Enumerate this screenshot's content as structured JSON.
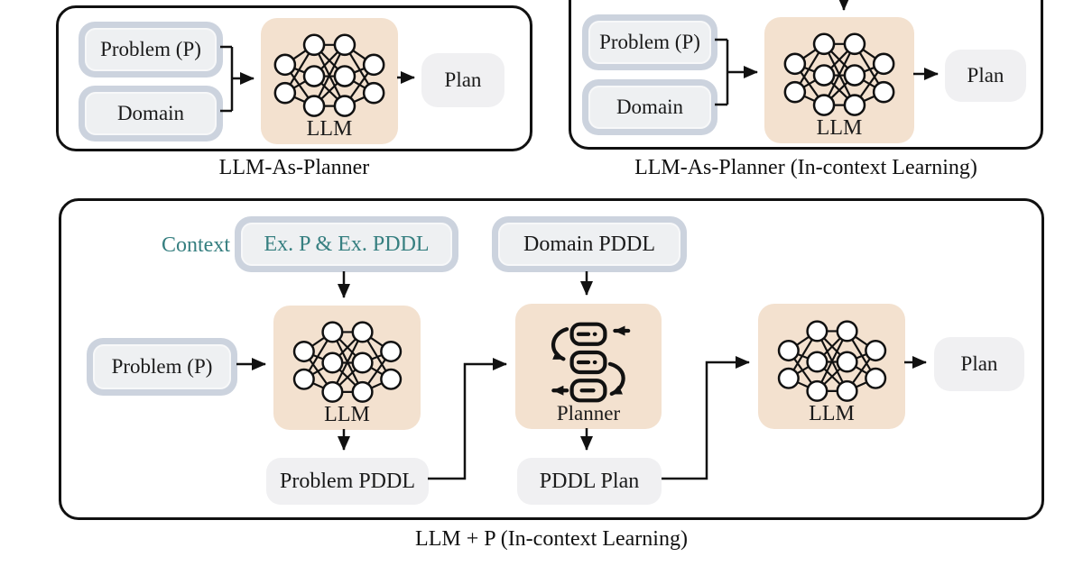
{
  "colors": {
    "accent_peach": "#f3e1cf",
    "pill_rim": "#ccd3de",
    "pill_fill": "#eef0f2",
    "box_fill": "#f0f0f2",
    "teal_text": "#367f80",
    "line": "#111111"
  },
  "icons": {
    "llm": "neural-network-icon",
    "planner": "planner-loop-icon"
  },
  "panels": {
    "llm_as_planner": {
      "caption": "LLM-As-Planner",
      "problem": "Problem (P)",
      "domain": "Domain",
      "llm": "LLM",
      "plan": "Plan"
    },
    "llm_as_planner_icl": {
      "caption": "LLM-As-Planner (In-context Learning)",
      "problem": "Problem (P)",
      "domain": "Domain",
      "llm": "LLM",
      "plan": "Plan"
    },
    "llm_plus_p": {
      "caption": "LLM + P (In-context Learning)",
      "context": "Context",
      "example": "Ex. P & Ex. PDDL",
      "domain_pddl": "Domain PDDL",
      "problem": "Problem (P)",
      "llm1": "LLM",
      "problem_pddl": "Problem PDDL",
      "planner": "Planner",
      "pddl_plan": "PDDL Plan",
      "llm2": "LLM",
      "plan": "Plan"
    }
  }
}
